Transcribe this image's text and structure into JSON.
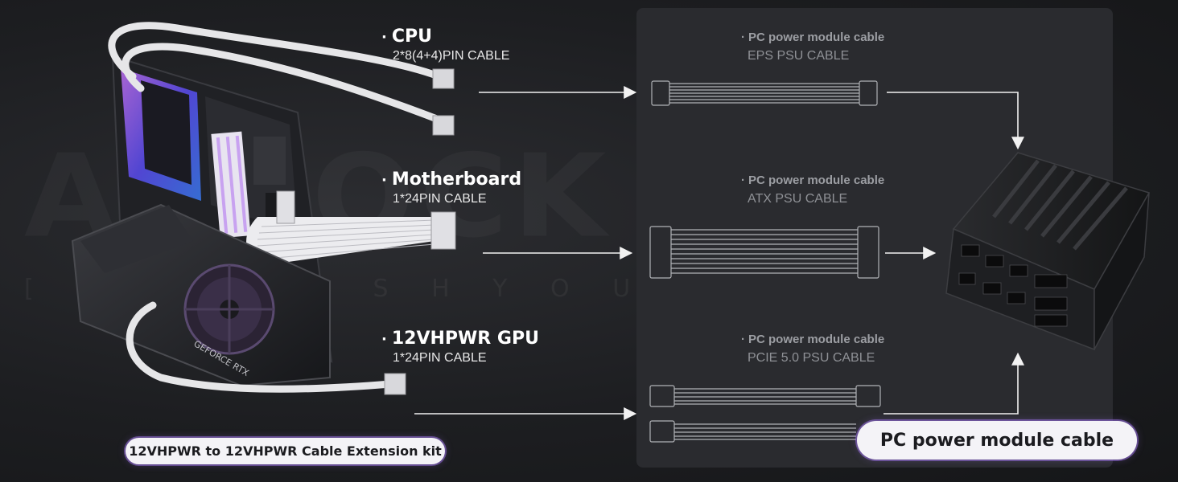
{
  "watermark": {
    "brand": "ASROCK",
    "tagline": "[ U N L E A S H  Y O U R  S T Y L E ]"
  },
  "left_labels": [
    {
      "title": "CPU",
      "subtitle": "2*8(4+4)PIN CABLE"
    },
    {
      "title": "Motherboard",
      "subtitle": "1*24PIN CABLE"
    },
    {
      "title": "12VHPWR GPU",
      "subtitle": "1*24PIN CABLE"
    }
  ],
  "psu_cables": [
    {
      "title": "PC power module cable",
      "subtitle": "EPS PSU CABLE"
    },
    {
      "title": "PC power module cable",
      "subtitle": "ATX PSU CABLE"
    },
    {
      "title": "PC power module cable",
      "subtitle": "PCIE 5.0 PSU CABLE"
    }
  ],
  "kit_badge": "12VHPWR to 12VHPWR Cable Extension kit",
  "psu_badge": "PC power module cable",
  "gpu_label": "GEFORCE RTX",
  "bullet": "·",
  "colors": {
    "background": "#1d1e21",
    "panel": "#2a2b2f",
    "cable_white": "#e6e6e8",
    "accent_purple": "#a46ae8",
    "accent_blue": "#4a5cf0",
    "arrow": "#f2f2f2"
  }
}
